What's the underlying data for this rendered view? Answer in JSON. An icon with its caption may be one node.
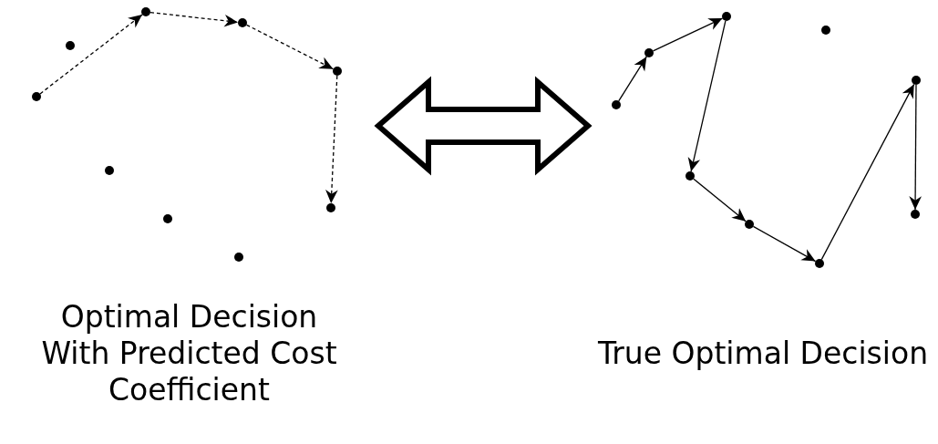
{
  "diagram": {
    "nodes": [
      {
        "text": [
          "Optimal Decision With Predicted Cost Coefficient"
        ]
      },
      {
        "text": [],
        "shape": "circle",
        "in": 0
      },
      {
        "text": [],
        "shape": "circle",
        "in": 0
      },
      {
        "text": [],
        "shape": "circle",
        "in": 0
      },
      {
        "text": [],
        "shape": "circle",
        "in": 0
      },
      {
        "text": [],
        "shape": "circle",
        "in": 0
      },
      {
        "text": [],
        "shape": "circle",
        "in": 0
      },
      {
        "text": [],
        "shape": "circle",
        "in": 0
      },
      {
        "text": [],
        "shape": "circle",
        "in": 0
      },
      {
        "text": [],
        "shape": "circle",
        "in": 0
      },
      {
        "text": [
          "True Optimal Decision"
        ]
      },
      {
        "text": [],
        "shape": "circle",
        "in": 10
      },
      {
        "text": [],
        "shape": "circle",
        "in": 10
      },
      {
        "text": [],
        "shape": "circle",
        "in": 10
      },
      {
        "text": [],
        "shape": "circle",
        "in": 10
      },
      {
        "text": [],
        "shape": "circle",
        "in": 10
      },
      {
        "text": [],
        "shape": "circle",
        "in": 10
      },
      {
        "text": [],
        "shape": "circle",
        "in": 10
      },
      {
        "text": [],
        "shape": "circle",
        "in": 10
      },
      {
        "text": [],
        "shape": "circle",
        "in": 10
      }
    ],
    "edges": [
      {
        "from": 1,
        "to": 4,
        "arrow": "to",
        "style": "dashed"
      },
      {
        "from": 4,
        "to": 7,
        "arrow": "to",
        "style": "dashed"
      },
      {
        "from": 7,
        "to": 9,
        "arrow": "to",
        "style": "dashed"
      },
      {
        "from": 9,
        "to": 8,
        "arrow": "to",
        "style": "dashed"
      },
      {
        "from": 11,
        "to": 12,
        "arrow": "to"
      },
      {
        "from": 12,
        "to": 14,
        "arrow": "to"
      },
      {
        "from": 14,
        "to": 13,
        "arrow": "to"
      },
      {
        "from": 13,
        "to": 15,
        "arrow": "to"
      },
      {
        "from": 15,
        "to": 16,
        "arrow": "to"
      },
      {
        "from": 16,
        "to": 19,
        "arrow": "to"
      },
      {
        "from": 19,
        "to": 18,
        "arrow": "to"
      },
      {
        "from": 0,
        "to": 10,
        "arrow": "both",
        "style": "thick"
      }
    ]
  }
}
